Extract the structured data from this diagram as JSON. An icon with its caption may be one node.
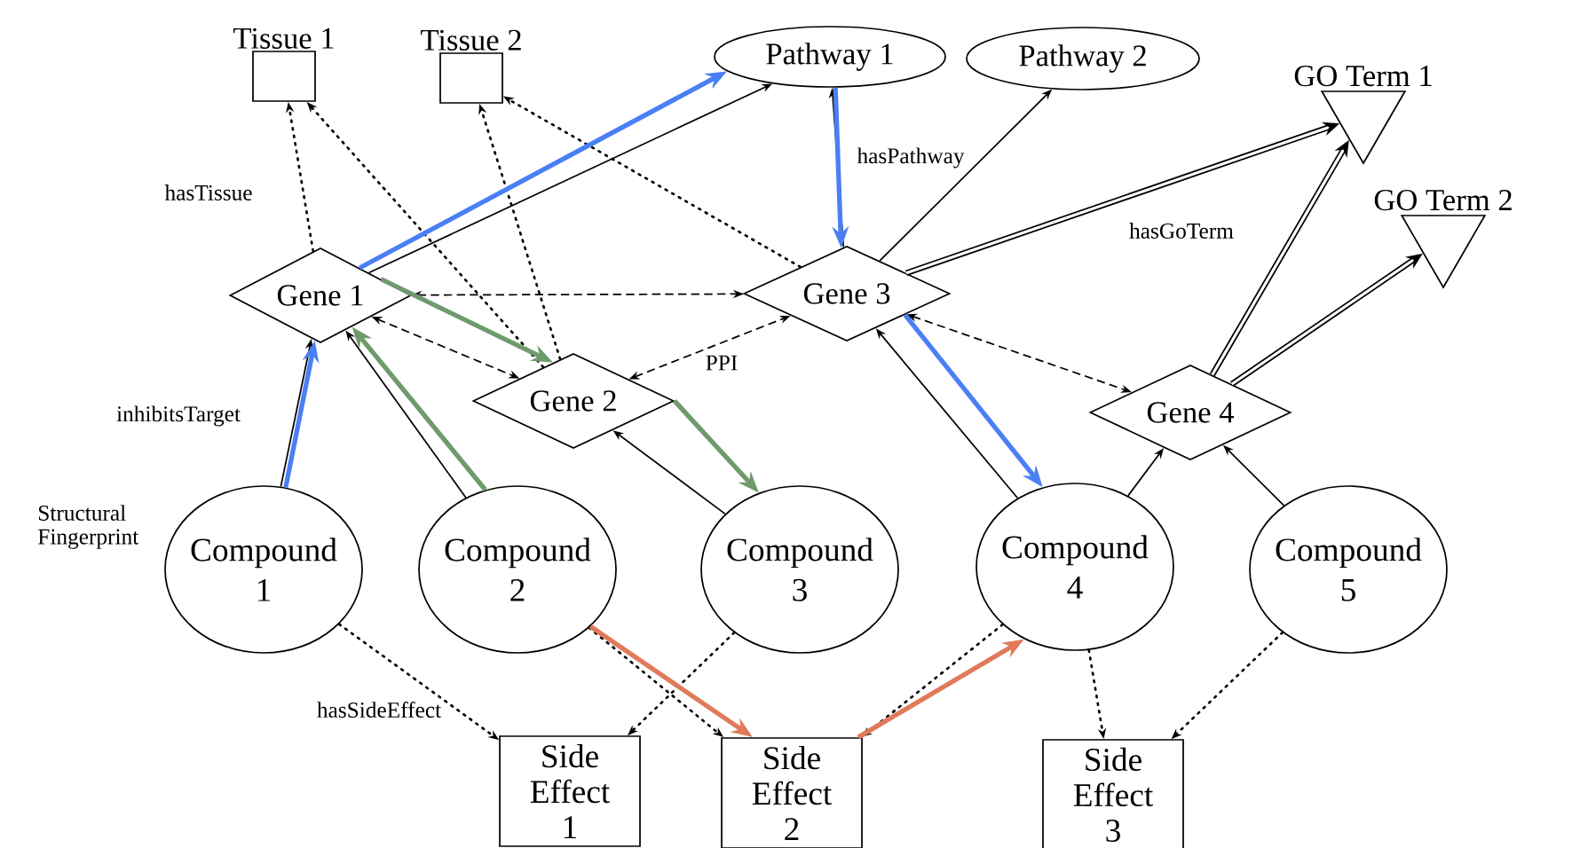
{
  "diagram": {
    "nodes": [
      {
        "text": [
          "Tissue 1"
        ]
      },
      {
        "text": [
          "Tissue 2"
        ]
      },
      {
        "text": [
          "Pathway 1"
        ]
      },
      {
        "text": [
          "Pathway 2"
        ]
      },
      {
        "text": [
          "GO Term 1"
        ]
      },
      {
        "text": [
          "GO Term 2"
        ]
      },
      {
        "text": [
          "Gene 1"
        ]
      },
      {
        "text": [
          "Gene 3"
        ]
      },
      {
        "text": [
          "Gene 2"
        ]
      },
      {
        "text": [
          "Gene 4"
        ]
      },
      {
        "text": [
          "Compound 1"
        ],
        "beside": [
          "Structural Fingerprint"
        ]
      },
      {
        "text": [
          "Compound 2"
        ]
      },
      {
        "text": [
          "Compound 3"
        ]
      },
      {
        "text": [
          "Compound 4"
        ]
      },
      {
        "text": [
          "Compound 5"
        ]
      },
      {
        "text": [
          "Side Effect 1"
        ]
      },
      {
        "text": [
          "Side Effect 2"
        ]
      },
      {
        "text": [
          "Side Effect 3"
        ]
      }
    ],
    "edges": [
      {
        "from": 6,
        "to": 0,
        "arrow": "to",
        "style": "dashed"
      },
      {
        "from": 8,
        "to": 0,
        "arrow": "to",
        "style": "dashed"
      },
      {
        "from": 8,
        "to": 1,
        "arrow": "to",
        "style": "dashed"
      },
      {
        "from": 7,
        "to": 1,
        "arrow": "to",
        "style": "dashed"
      },
      {
        "from": 6,
        "to": 2,
        "arrow": "to"
      },
      {
        "from": 7,
        "to": 2,
        "arrow": "to"
      },
      {
        "from": 7,
        "to": 3,
        "arrow": "to"
      },
      {
        "from": 7,
        "to": 4,
        "arrow": "to",
        "style": "thick"
      },
      {
        "from": 9,
        "to": 4,
        "arrow": "to",
        "style": "thick"
      },
      {
        "from": 9,
        "to": 5,
        "arrow": "to",
        "style": "thick"
      },
      {
        "from": 6,
        "to": 7,
        "arrow": "both",
        "style": "dashed"
      },
      {
        "from": 6,
        "to": 8,
        "arrow": "both",
        "style": "dashed"
      },
      {
        "from": 8,
        "to": 7,
        "arrow": "both",
        "style": "dashed"
      },
      {
        "from": 7,
        "to": 9,
        "arrow": "both",
        "style": "dashed"
      },
      {
        "from": 10,
        "to": 6,
        "arrow": "to"
      },
      {
        "from": 11,
        "to": 6,
        "arrow": "to"
      },
      {
        "from": 12,
        "to": 8,
        "arrow": "to"
      },
      {
        "from": 13,
        "to": 7,
        "arrow": "to"
      },
      {
        "from": 13,
        "to": 9,
        "arrow": "to"
      },
      {
        "from": 14,
        "to": 9,
        "arrow": "to"
      },
      {
        "from": 10,
        "to": 15,
        "arrow": "to",
        "style": "dashed"
      },
      {
        "from": 12,
        "to": 15,
        "arrow": "to",
        "style": "dashed"
      },
      {
        "from": 11,
        "to": 16,
        "arrow": "to",
        "style": "dashed"
      },
      {
        "from": 13,
        "to": 16,
        "arrow": "to",
        "style": "dashed"
      },
      {
        "from": 13,
        "to": 17,
        "arrow": "to",
        "style": "dashed"
      },
      {
        "from": 14,
        "to": 17,
        "arrow": "to",
        "style": "dashed"
      },
      {
        "from": 10,
        "to": 6,
        "arrow": "to",
        "style": "thick",
        "color": "#4a7ff5"
      },
      {
        "from": 6,
        "to": 2,
        "arrow": "to",
        "style": "thick",
        "color": "#4a7ff5"
      },
      {
        "from": 2,
        "to": 7,
        "arrow": "to",
        "style": "thick",
        "color": "#4a7ff5"
      },
      {
        "from": 7,
        "to": 13,
        "arrow": "to",
        "style": "thick",
        "color": "#4a7ff5"
      },
      {
        "from": 11,
        "to": 6,
        "arrow": "to",
        "style": "thick",
        "color": "#6f9a6c"
      },
      {
        "from": 6,
        "to": 8,
        "arrow": "to",
        "style": "thick",
        "color": "#6f9a6c"
      },
      {
        "from": 8,
        "to": 12,
        "arrow": "to",
        "style": "thick",
        "color": "#6f9a6c"
      },
      {
        "from": 11,
        "to": 16,
        "arrow": "to",
        "style": "thick",
        "color": "#e07a5a"
      },
      {
        "from": 16,
        "to": 13,
        "arrow": "to",
        "style": "thick",
        "color": "#e07a5a"
      }
    ],
    "labels": [
      "hasTissue",
      "hasPathway",
      "hasGoTerm",
      "PPI",
      "inhibitsTarget",
      "hasSideEffect"
    ]
  }
}
